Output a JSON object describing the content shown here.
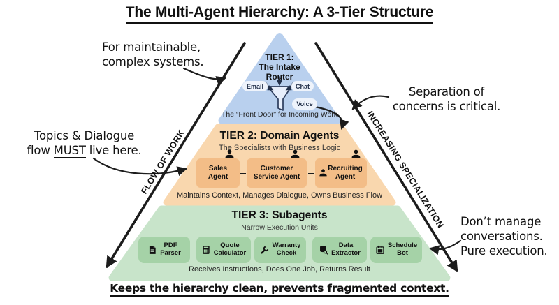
{
  "title": "The Multi-Agent Hierarchy: A 3-Tier Structure",
  "colors": {
    "tier1_fill": "#b9d0ee",
    "tier2_fill": "#f9d7ae",
    "tier2_card": "#f3bd87",
    "tier3_fill": "#c8e4ca",
    "tier3_card": "#a5d2a7",
    "ink": "#111111"
  },
  "annotations": {
    "maintainable": "For maintainable,\ncomplex systems.",
    "separation": "Separation of\nconcerns is critical.",
    "topics_line1": "Topics & Dialogue",
    "topics_pre": "flow ",
    "topics_must": "MUST",
    "topics_post": " live here.",
    "execution": "Don’t manage\nconversations.\nPure execution."
  },
  "edge_labels": {
    "left": "FLOW OF WORK",
    "right": "INCREASING SPECIALIZATION"
  },
  "tier1": {
    "title": "TIER 1:\nThe Intake\nRouter",
    "channels": [
      {
        "label": "Email"
      },
      {
        "label": "Chat"
      },
      {
        "label": "Voice"
      }
    ],
    "caption": "The “Front Door” for Incoming Work"
  },
  "tier2": {
    "title": "TIER 2: Domain Agents",
    "subtitle": "The Specialists with Business Logic",
    "agents": [
      {
        "label": "Sales\nAgent"
      },
      {
        "label": "Customer\nService Agent"
      },
      {
        "label": "Recruiting\nAgent"
      }
    ],
    "caption": "Maintains Context, Manages Dialogue, Owns Business Flow"
  },
  "tier3": {
    "title": "TIER 3: Subagents",
    "subtitle": "Narrow Execution Units",
    "tools": [
      {
        "label": "PDF\nParser",
        "icon": "pdf-file-icon"
      },
      {
        "label": "Quote\nCalculator",
        "icon": "calculator-icon"
      },
      {
        "label": "Warranty\nCheck",
        "icon": "wrench-icon"
      },
      {
        "label": "Data\nExtractor",
        "icon": "database-search-icon"
      },
      {
        "label": "Schedule\nBot",
        "icon": "calendar-icon"
      }
    ],
    "caption": "Receives Instructions, Does One Job, Returns Result"
  },
  "footer": "Keeps the hierarchy clean, prevents fragmented context."
}
